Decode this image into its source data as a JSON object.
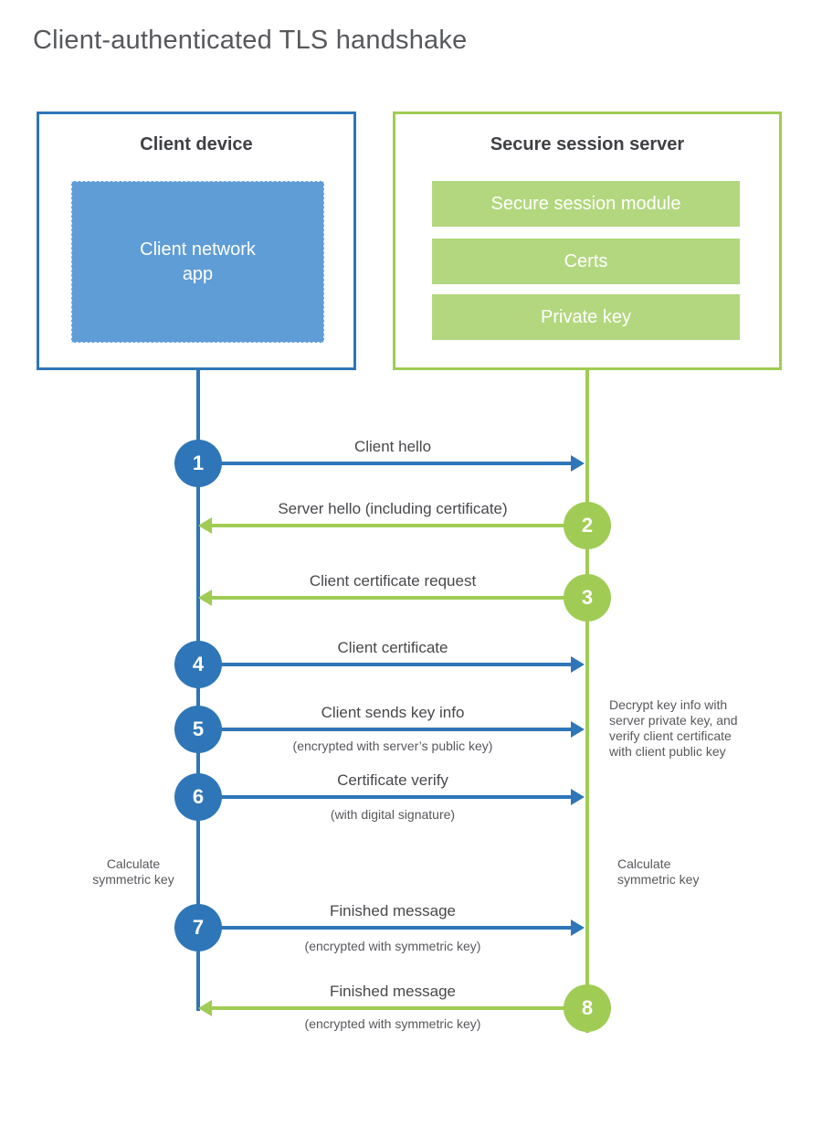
{
  "title": "Client-authenticated TLS handshake",
  "colors": {
    "blue": "#2e76b8",
    "blue_fill": "#5f9dd6",
    "green": "#a0cc55",
    "green_fill": "#b3d77e"
  },
  "client_box": {
    "title": "Client device",
    "app_label": "Client network\napp"
  },
  "server_box": {
    "title": "Secure session server",
    "modules": [
      "Secure session module",
      "Certs",
      "Private key"
    ]
  },
  "steps": [
    {
      "num": "1",
      "label": "Client hello",
      "sublabel": "",
      "direction": "client-to-server"
    },
    {
      "num": "2",
      "label": "Server hello (including certificate)",
      "sublabel": "",
      "direction": "server-to-client"
    },
    {
      "num": "3",
      "label": "Client certificate request",
      "sublabel": "",
      "direction": "server-to-client"
    },
    {
      "num": "4",
      "label": "Client certificate",
      "sublabel": "",
      "direction": "client-to-server"
    },
    {
      "num": "5",
      "label": "Client sends key info",
      "sublabel": "(encrypted with server’s public key)",
      "direction": "client-to-server"
    },
    {
      "num": "6",
      "label": "Certificate verify",
      "sublabel": "(with digital signature)",
      "direction": "client-to-server"
    },
    {
      "num": "7",
      "label": "Finished message",
      "sublabel": "(encrypted with symmetric key)",
      "direction": "client-to-server"
    },
    {
      "num": "8",
      "label": "Finished message",
      "sublabel": "(encrypted with symmetric key)",
      "direction": "server-to-client"
    }
  ],
  "notes": {
    "server_side": "Decrypt key info with\nserver private key, and\nverify client certificate\nwith client public key",
    "client_calc": "Calculate\nsymmetric key",
    "server_calc": "Calculate\nsymmetric key"
  }
}
